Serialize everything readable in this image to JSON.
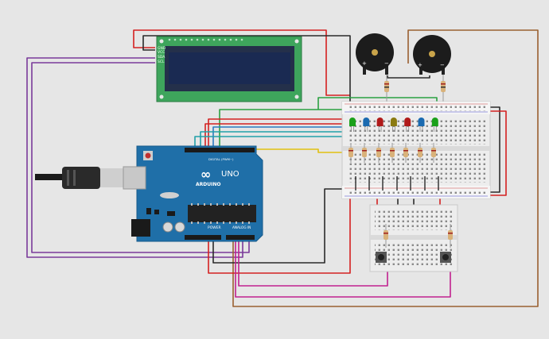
{
  "scene": {
    "background": "#e6e6e6"
  },
  "arduino": {
    "brand": "ARDUINO",
    "model": "UNO",
    "header_digital": "DIGITAL (PWM~)",
    "header_power": "POWER",
    "header_analog": "ANALOG IN",
    "board_color": "#1f6fa8"
  },
  "lcd": {
    "pin_labels": [
      "GND",
      "VCC",
      "SDA",
      "SCL"
    ],
    "pcb_color": "#3ea55c",
    "screen_color": "#1a2a52"
  },
  "wire_colors": {
    "red": "#d42020",
    "black": "#2a2a2a",
    "purple": "#7a3a9a",
    "magenta": "#c0208f",
    "brown": "#9a6030",
    "green": "#2aa040",
    "blue": "#2a7ac0",
    "teal": "#20a0a8",
    "yellow": "#e0c010"
  },
  "leds": [
    {
      "color": "#1aa01a"
    },
    {
      "color": "#1a6ab0"
    },
    {
      "color": "#b01a1a"
    },
    {
      "color": "#8a7a10"
    },
    {
      "color": "#b01a1a"
    },
    {
      "color": "#1a6ab0"
    },
    {
      "color": "#1aa01a"
    }
  ]
}
